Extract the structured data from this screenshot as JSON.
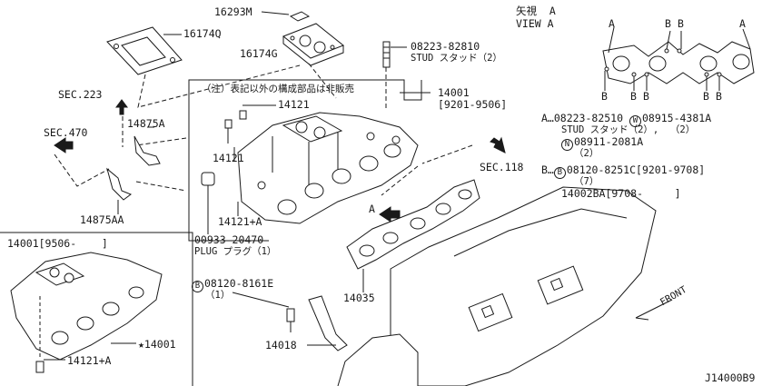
{
  "parts": {
    "p16293m": "16293M",
    "p16174q": "16174Q",
    "p16174g": "16174G",
    "stud_pn": "08223-82810",
    "stud_desc": "STUD スタッド（2）",
    "sec223": "SEC.223",
    "sec470": "SEC.470",
    "sec118": "SEC.118",
    "p14875a": "14875A",
    "p14875aa": "14875AA",
    "note": "（注）表記以外の構成部品は非販売",
    "p14121_top": "14121",
    "p14121_mid": "14121",
    "p14121a_main": "14121+A",
    "plug_pn": "00933-20470",
    "plug_desc": "PLUG プラグ（1）",
    "p14001": "14001",
    "p14001_date": "[9201-9506]",
    "arrow_a": "A",
    "bolt_mark": "B",
    "bolt_pn": "08120-8161E",
    "bolt_qty": "（1）",
    "p14035": "14035",
    "p14018": "14018",
    "front": "FRONT",
    "inset_title": "14001[9506-    ]",
    "inset_14001": "★14001",
    "inset_14121a": "14121+A",
    "diagram_code": "J14000B9"
  },
  "view": {
    "title_jp": "矢視  A",
    "title_en": "VIEW A",
    "callout_a": "A",
    "callout_b": "B"
  },
  "legend": {
    "a_label": "A…",
    "a_pn": "08223-82510",
    "a_w_mark": "W",
    "a_w_pn": "08915-4381A",
    "a_desc": "STUD スタッド（2）,",
    "a_w_qty": "（2）",
    "a_n_mark": "N",
    "a_n_pn": "08911-2081A",
    "a_n_qty": "（2）",
    "b_label": "B…",
    "b_mark": "B",
    "b_pn": "08120-8251C",
    "b_date": "[9201-9708]",
    "b_qty": "（7）",
    "b_alt": "14002BA[9708-     ]"
  }
}
